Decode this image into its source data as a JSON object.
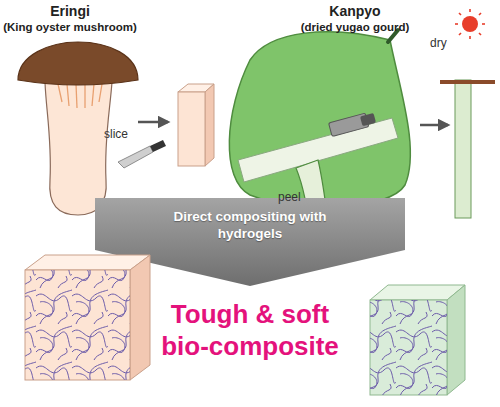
{
  "diagram": {
    "nodes": [
      {
        "text": [
          "Direct compositing with hydrogels"
        ]
      }
    ],
    "labels": [
      "Eringi",
      "(King oyster mushroom)",
      "slice",
      "Kanpyo",
      "(dried yugao gourd)",
      "peel",
      "dry",
      "Tough & soft bio-composite"
    ]
  }
}
